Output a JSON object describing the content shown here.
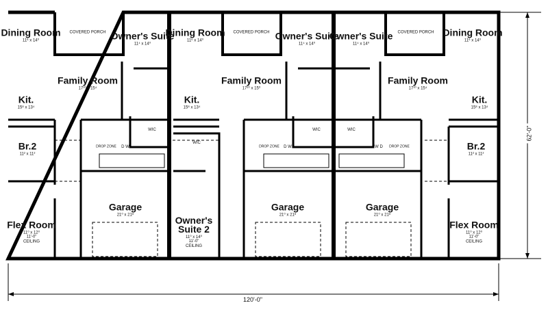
{
  "plan": {
    "overall_width": "120'-0\"",
    "overall_depth": "62'-0\""
  },
  "unit_a": {
    "dining": {
      "name": "Dining Room",
      "dims": "11⁶ x 14⁰"
    },
    "porch": {
      "name": "COVERED PORCH"
    },
    "owners": {
      "name": "Owner's Suite",
      "dims": "11⁴ x 14⁰"
    },
    "family": {
      "name": "Family Room",
      "dims": "17¹⁰ x 15⁴"
    },
    "kit": {
      "name": "Kit.",
      "dims": "15⁸ x 13⁴"
    },
    "br2": {
      "name": "Br.2",
      "dims": "11² x 11²"
    },
    "wic": {
      "name": "WIC"
    },
    "drop": {
      "name": "DROP ZONE"
    },
    "dw": {
      "name": "D W"
    },
    "garage": {
      "name": "Garage",
      "dims": "21⁰ x 21⁸"
    },
    "flex": {
      "name": "Flex Room",
      "dims": "11⁰ x 12⁰",
      "ceiling": "11'-0\" CEILING"
    }
  },
  "unit_b": {
    "dining": {
      "name": "Dining Room",
      "dims": "11⁶ x 14⁰"
    },
    "porch": {
      "name": "COVERED PORCH"
    },
    "owners": {
      "name": "Owner's Suite",
      "dims": "11⁴ x 14⁰"
    },
    "family": {
      "name": "Family Room",
      "dims": "17¹⁰ x 15⁰"
    },
    "kit": {
      "name": "Kit.",
      "dims": "15⁸ x 13⁴"
    },
    "wic": {
      "name": "WIC"
    },
    "wic2": {
      "name": "WIC"
    },
    "drop": {
      "name": "DROP ZONE"
    },
    "dw": {
      "name": "D W"
    },
    "garage": {
      "name": "Garage",
      "dims": "21⁰ x 21⁸"
    },
    "owners2": {
      "name": "Owner's Suite 2",
      "dims": "11⁰ x 14⁰",
      "ceiling": "11'-0\" CEILING"
    }
  },
  "unit_c": {
    "owners": {
      "name": "Owner's Suite",
      "dims": "11⁴ x 14⁰"
    },
    "porch": {
      "name": "COVERED PORCH"
    },
    "dining": {
      "name": "Dining Room",
      "dims": "11⁶ x 14⁰"
    },
    "family": {
      "name": "Family Room",
      "dims": "17¹⁰ x 15⁴"
    },
    "kit": {
      "name": "Kit.",
      "dims": "15⁸ x 13⁴"
    },
    "wic": {
      "name": "WIC"
    },
    "drop": {
      "name": "DROP ZONE"
    },
    "dw": {
      "name": "W D"
    },
    "br2": {
      "name": "Br.2",
      "dims": "11² x 11²"
    },
    "garage": {
      "name": "Garage",
      "dims": "21⁰ x 21⁸"
    },
    "flex": {
      "name": "Flex Room",
      "dims": "11⁰ x 12⁰",
      "ceiling": "11'-0\" CEILING"
    }
  }
}
